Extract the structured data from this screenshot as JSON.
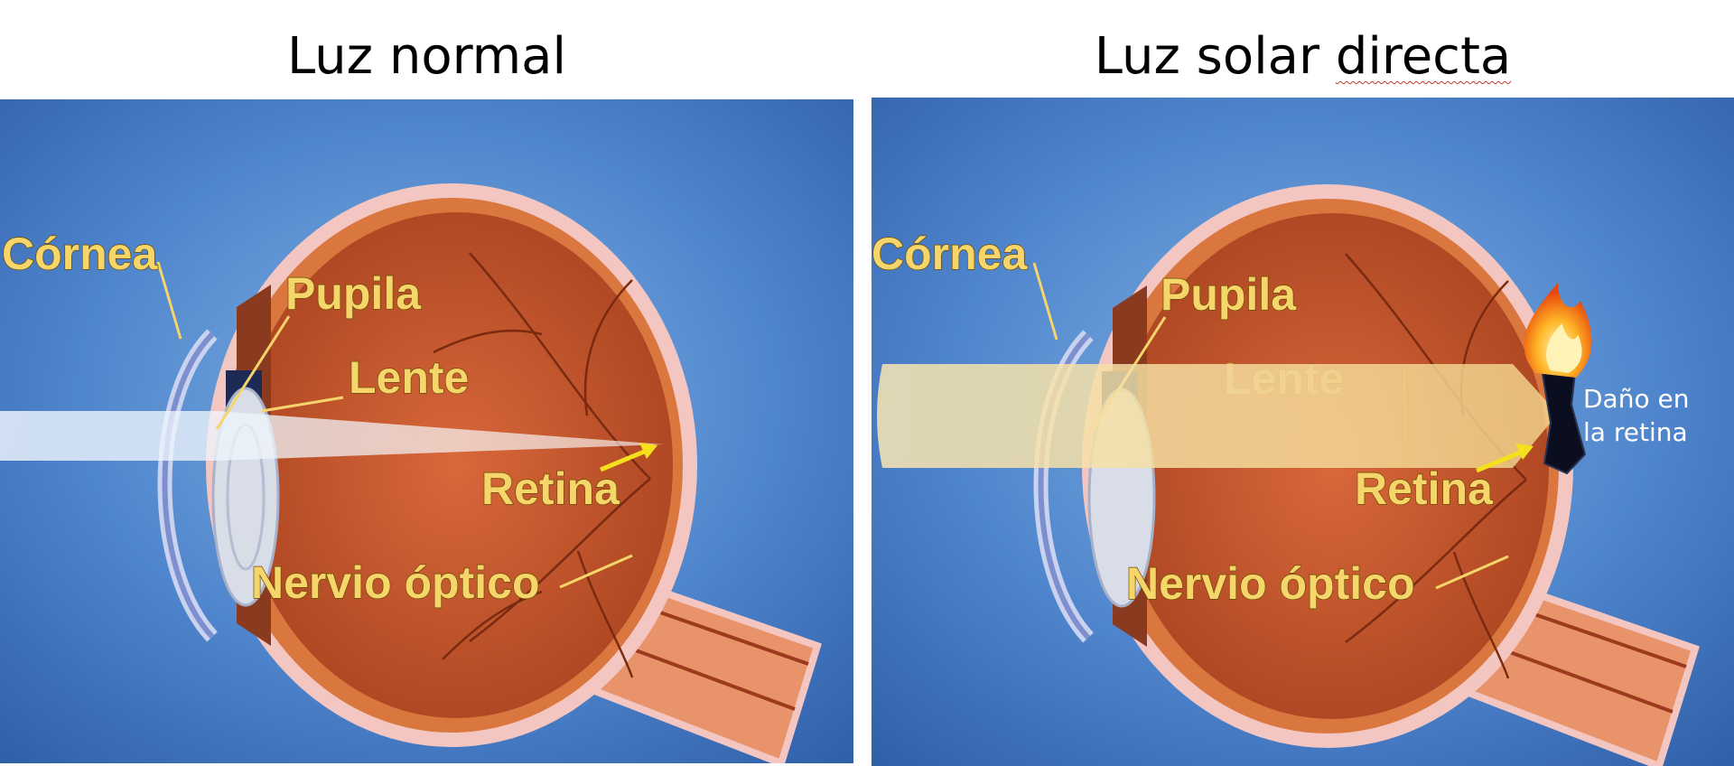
{
  "panels": [
    {
      "title": "Luz normal",
      "labels": {
        "cornea": "Córnea",
        "pupila": "Pupila",
        "lente": "Lente",
        "retina": "Retina",
        "nervio": "Nervio óptico"
      }
    },
    {
      "title_prefix": "Luz solar ",
      "title_underlined": "directa",
      "labels": {
        "cornea": "Córnea",
        "pupila": "Pupila",
        "lente": "Lente",
        "retina": "Retina",
        "nervio": "Nervio óptico"
      },
      "damage_line1": "Daño en",
      "damage_line2": "la retina"
    }
  ],
  "colors": {
    "background": "#3c70b8",
    "eye_interior": "#c9592e",
    "sclera": "#f3c6c2",
    "label_text": "#f6d56a",
    "sun_beam": "#f5dea0",
    "damage_text": "#ffffff"
  },
  "icons": {
    "damage_marker": "flame-icon",
    "pointer": "arrow-icon"
  }
}
